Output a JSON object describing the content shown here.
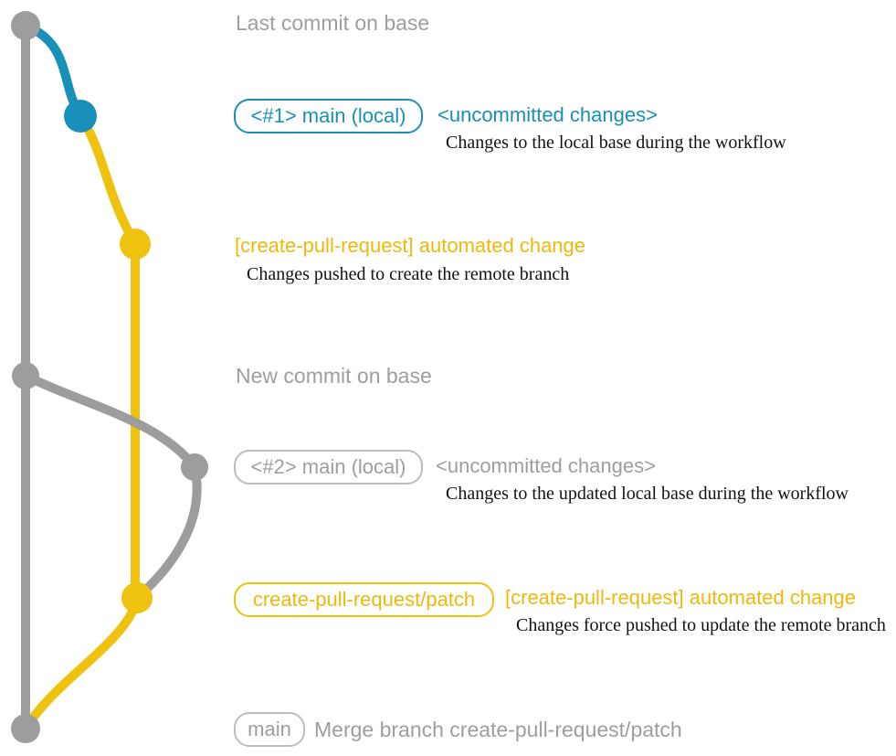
{
  "graph": {
    "colors": {
      "base_branch_gray": "#9d9d9d",
      "local_main_teal": "#1890ba",
      "patch_branch_yellow": "#eec20e",
      "description_text_black": "#121212",
      "muted_label_gray": "#9e9e9e"
    },
    "commits": [
      {
        "id": "last-commit-on-base",
        "branch": "base"
      },
      {
        "id": "local-main-1",
        "branch": "main-local"
      },
      {
        "id": "automated-change-1",
        "branch": "create-pull-request/patch"
      },
      {
        "id": "new-commit-on-base",
        "branch": "base"
      },
      {
        "id": "local-main-2",
        "branch": "main-local"
      },
      {
        "id": "automated-change-2",
        "branch": "create-pull-request/patch"
      },
      {
        "id": "merge-commit",
        "branch": "base"
      }
    ]
  },
  "labels": {
    "last_commit_on_base": "Last commit on base",
    "tag_main_local_1": "<#1> main (local)",
    "uncommitted_changes_1": "<uncommitted changes>",
    "desc_local_base": "Changes to the local base during the workflow",
    "automated_change_1": "[create-pull-request] automated change",
    "desc_pushed_create": "Changes pushed to create the remote branch",
    "new_commit_on_base": "New commit on base",
    "tag_main_local_2": "<#2> main (local)",
    "uncommitted_changes_2": "<uncommitted changes>",
    "desc_updated_local_base": "Changes to the updated local base during the workflow",
    "tag_patch_branch": "create-pull-request/patch",
    "automated_change_2": "[create-pull-request] automated change",
    "desc_force_pushed": "Changes force pushed to update the remote branch",
    "tag_main": "main",
    "merge_commit_message": "Merge branch create-pull-request/patch"
  }
}
